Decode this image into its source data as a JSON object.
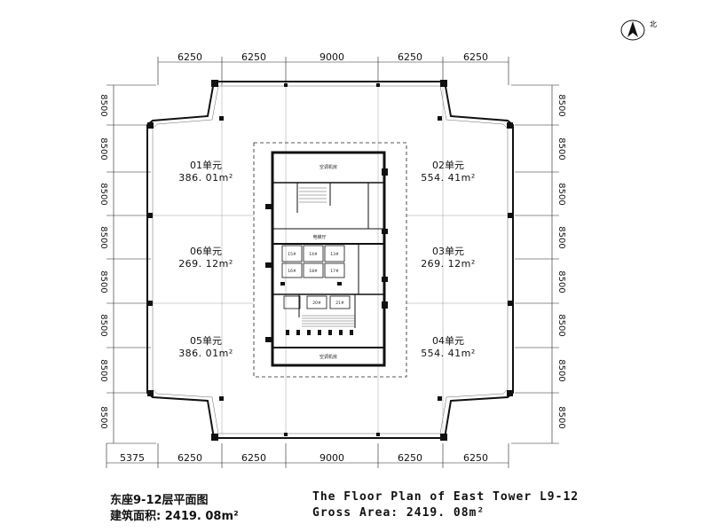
{
  "north": {
    "label": "北"
  },
  "top_dims": [
    "6250",
    "6250",
    "9000",
    "6250",
    "6250"
  ],
  "bottom_dims": [
    "5375",
    "6250",
    "6250",
    "9000",
    "6250",
    "6250"
  ],
  "side_dims": [
    "8500",
    "8500",
    "8500",
    "8500",
    "8500",
    "8500",
    "8500"
  ],
  "units": [
    {
      "name": "01单元",
      "area": "386. 01m²"
    },
    {
      "name": "02单元",
      "area": "554. 41m²"
    },
    {
      "name": "06单元",
      "area": "269. 12m²"
    },
    {
      "name": "03单元",
      "area": "269. 12m²"
    },
    {
      "name": "05单元",
      "area": "386. 01m²"
    },
    {
      "name": "04单元",
      "area": "554. 41m²"
    }
  ],
  "core": {
    "ac_room_top": "空调机房",
    "ac_room_bottom": "空调机房",
    "elevator_hall": "电梯厅",
    "lift_labels": [
      "15#",
      "14#",
      "13#",
      "16#",
      "18#",
      "17#",
      "20#",
      "21#"
    ]
  },
  "captions": {
    "title_cn": "东座9-12层平面图",
    "title_en": "The Floor Plan of East Tower L9-12",
    "area_cn": "建筑面积: 2419. 08m²",
    "area_en": "Gross Area: 2419. 08m²"
  }
}
